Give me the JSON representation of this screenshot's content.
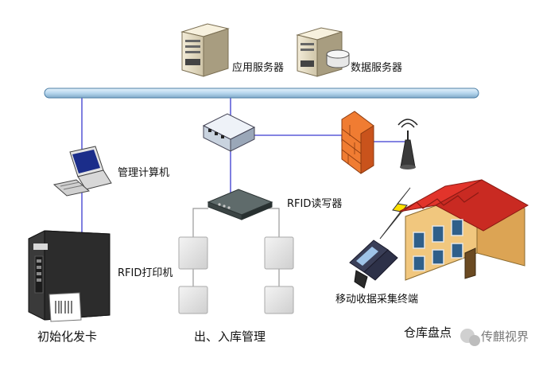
{
  "labels": {
    "app_server": "应用服务器",
    "data_server": "数据服务器",
    "mgmt_pc": "管理计算机",
    "rfid_reader": "RFID读写器",
    "rfid_printer": "RFID打印机",
    "mobile_terminal": "移动收据采集终端"
  },
  "captions": {
    "init_card": "初始化发卡",
    "in_out": "出、入库管理",
    "inventory": "仓库盘点"
  },
  "watermark": "传麒视界",
  "colors": {
    "bus": "#b7d7ee",
    "line": "#3a3ad0",
    "firewall": "#e8702a",
    "roof": "#e2342b",
    "wall": "#f0c27a"
  }
}
